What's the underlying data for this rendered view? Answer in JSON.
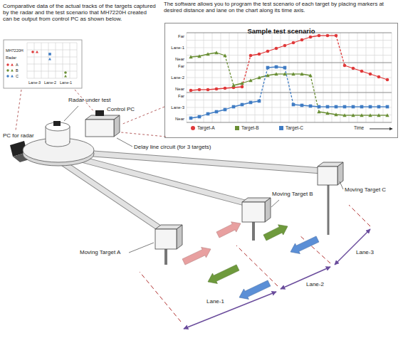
{
  "diagram": {
    "nodes": [
      {
        "text": [
          "Sample test scenario"
        ]
      }
    ],
    "labels": [
      "Comparative data of the actual tracks of the targets captured by the radar and the test scenario that MH7220H created can be output from control PC as shown below.",
      "The software allows you to program the test scenario of each target by placing markers at desired distance and lane on the chart along its time axis.",
      "MH7220H",
      "Radar",
      "A",
      "B",
      "C",
      "Lane-3",
      "Lane-2",
      "Lane-1",
      "Far",
      "Lane-1",
      "Near",
      "Far",
      "Lane-2",
      "Near",
      "Far",
      "Lane-3",
      "Near",
      "Time",
      "Radar under test",
      "Control PC",
      "PC for radar",
      "Delay line circuit (for 3 targets)",
      "Moving Target A",
      "Moving Target B",
      "Moving Target C",
      "Lane-3",
      "Lane-2",
      "Lane-1"
    ],
    "legend": [
      {
        "text": "Target-A",
        "color": "#e0393a"
      },
      {
        "text": "Target-B",
        "color": "#6a8f35"
      },
      {
        "text": "Target-C",
        "color": "#3f7cc4"
      }
    ]
  }
}
